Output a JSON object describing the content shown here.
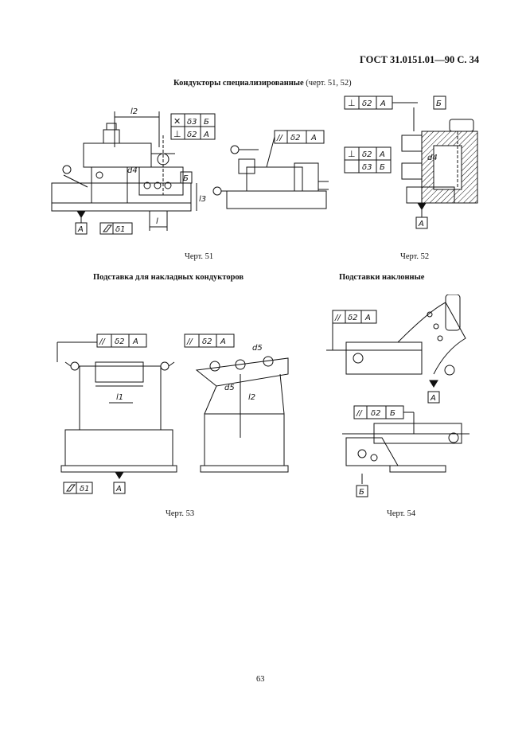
{
  "header": {
    "doc_id": "ГОСТ 31.0151.01—90 С. 34"
  },
  "section_1": {
    "title": "Кондукторы специализированные",
    "ref": "(черт. 51, 52)"
  },
  "section_2": {
    "title_left": "Подставка для накладных кондукторов",
    "title_right": "Подставки наклонные"
  },
  "captions": {
    "fig51": "Черт. 51",
    "fig52": "Черт. 52",
    "fig53": "Черт. 53",
    "fig54": "Черт. 54"
  },
  "page_number": "63",
  "drawing_labels": {
    "l2": "l2",
    "l": "l",
    "l1": "l1",
    "l3": "l3",
    "d1": "δ1",
    "d2": "δ2",
    "d3": "δ3",
    "d4": "d4",
    "d5": "d5",
    "datum_A": "А",
    "datum_B": "Б",
    "parallel": "//",
    "perp": "⊥",
    "cross": "✕"
  }
}
